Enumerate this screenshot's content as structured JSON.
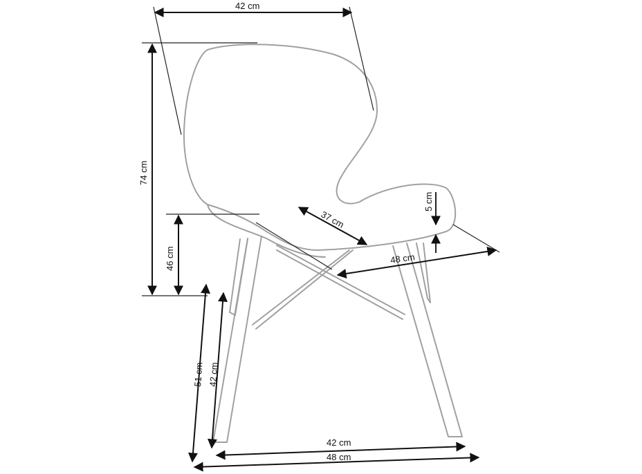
{
  "dimensions": {
    "top_width": "42 cm",
    "total_height": "74 cm",
    "seat_height": "46 cm",
    "front_leg_outer": "51 cm",
    "front_leg_inner": "42 cm",
    "seat_depth": "37 cm",
    "seat_thickness": "5 cm",
    "seat_width": "48 cm",
    "base_inner_width": "42 cm",
    "base_outer_width": "48 cm"
  },
  "colors": {
    "outline": "#a0a0a0",
    "dimension": "#111111"
  }
}
